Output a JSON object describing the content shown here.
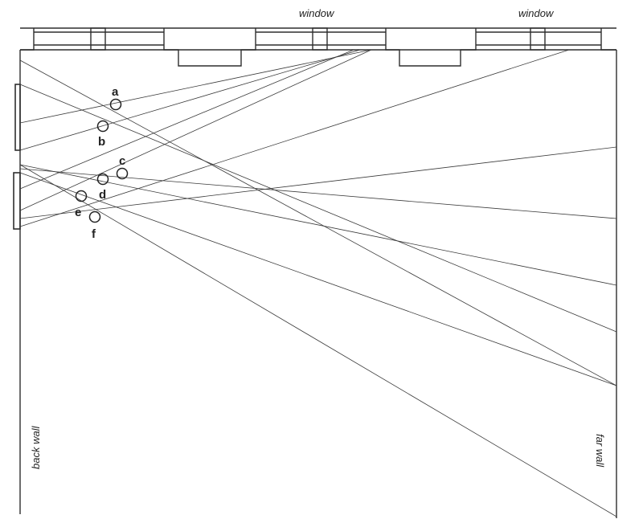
{
  "labels": {
    "window_1": "window",
    "window_2": "window",
    "back_wall": "back wall",
    "far_wall": "far wall"
  },
  "observers": [
    {
      "id": "a",
      "label": "a"
    },
    {
      "id": "b",
      "label": "b"
    },
    {
      "id": "c",
      "label": "c"
    },
    {
      "id": "d",
      "label": "d"
    },
    {
      "id": "e",
      "label": "e"
    },
    {
      "id": "f",
      "label": "f"
    }
  ]
}
